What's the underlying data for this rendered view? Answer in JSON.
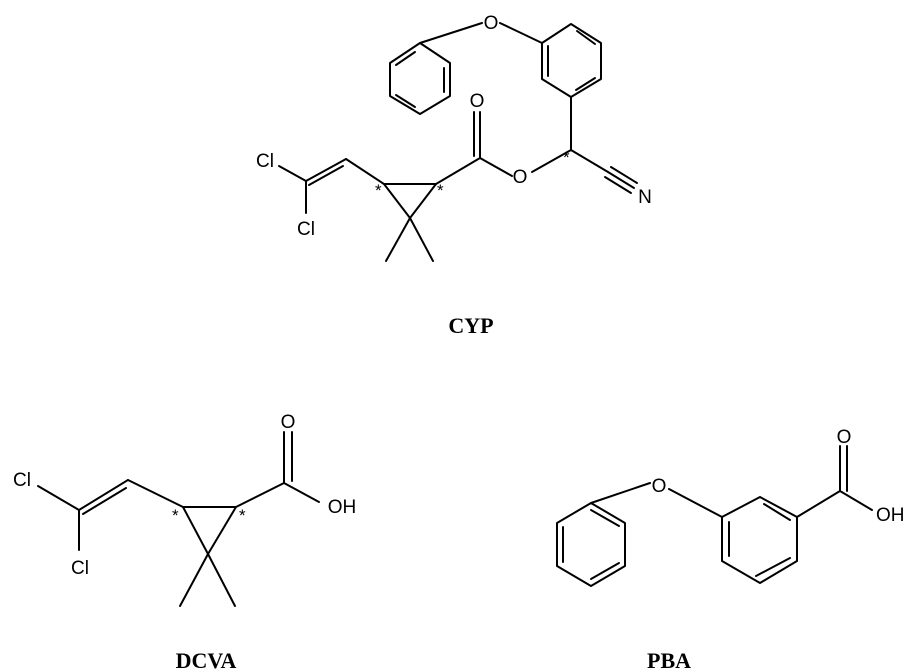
{
  "compounds": [
    {
      "name": "CYP",
      "atoms": {
        "o_ether": "O",
        "o_carbonyl": "O",
        "o_ester": "O",
        "n_nitrile": "N",
        "cl_1": "Cl",
        "cl_2": "Cl"
      },
      "stereocenter_marks": [
        "*",
        "*",
        "*"
      ]
    },
    {
      "name": "DCVA",
      "atoms": {
        "o_carbonyl": "O",
        "oh": "OH",
        "cl_1": "Cl",
        "cl_2": "Cl"
      },
      "stereocenter_marks": [
        "*",
        "*"
      ]
    },
    {
      "name": "PBA",
      "atoms": {
        "o_ether": "O",
        "o_carbonyl": "O",
        "oh": "OH"
      }
    }
  ]
}
